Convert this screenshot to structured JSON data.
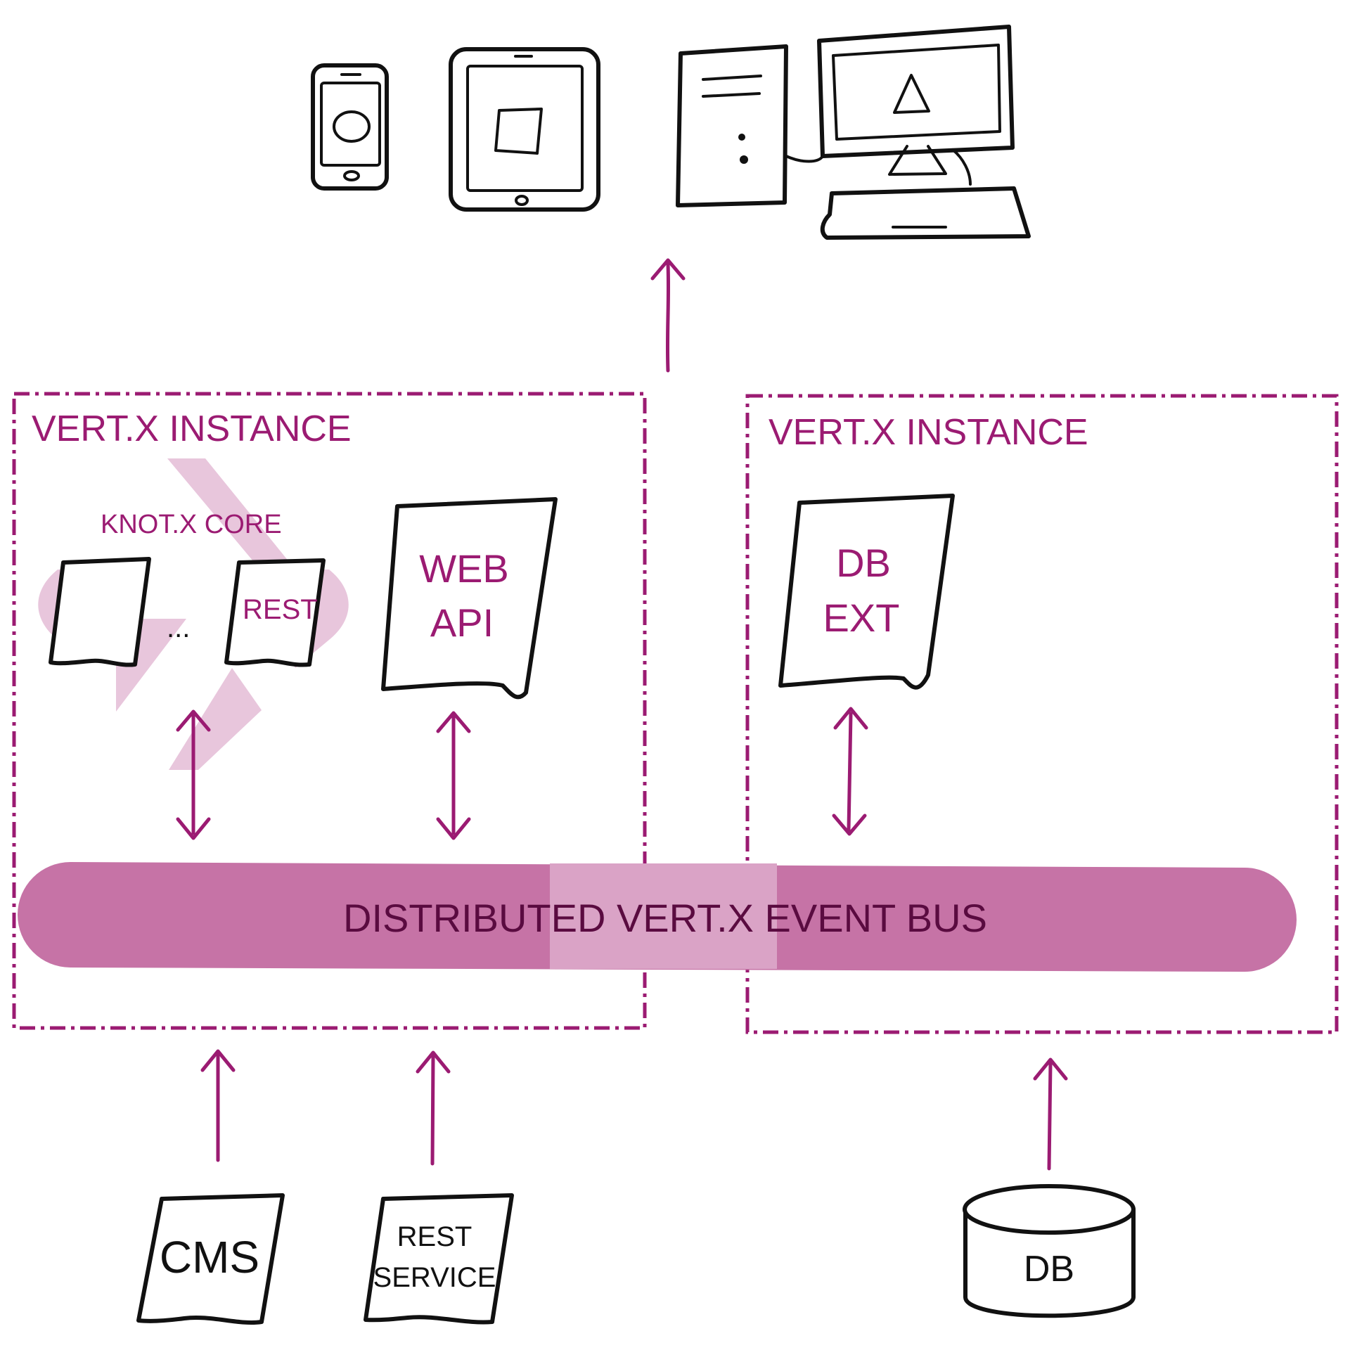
{
  "clients": {
    "devices": [
      "phone-icon",
      "tablet-icon",
      "desktop-computer-icon"
    ]
  },
  "instances": [
    {
      "title": "VERT.X INSTANCE",
      "core_label": "KNOT.X CORE",
      "modules": [
        "",
        "...",
        "REST"
      ],
      "web_api": [
        "WEB",
        "API"
      ]
    },
    {
      "title": "VERT.X INSTANCE",
      "db_ext": [
        "DB",
        "EXT"
      ]
    }
  ],
  "event_bus": {
    "label": "DISTRIBUTED VERT.X EVENT BUS",
    "color": "#c673a6",
    "overlap_color": "#daa3c6"
  },
  "sources": {
    "cms": "CMS",
    "rest_service": [
      "REST",
      "SERVICE"
    ],
    "db": "DB"
  },
  "colors": {
    "accent": "#9b1b72",
    "logo_tint": "#e8c6dc",
    "ink": "#111111"
  }
}
